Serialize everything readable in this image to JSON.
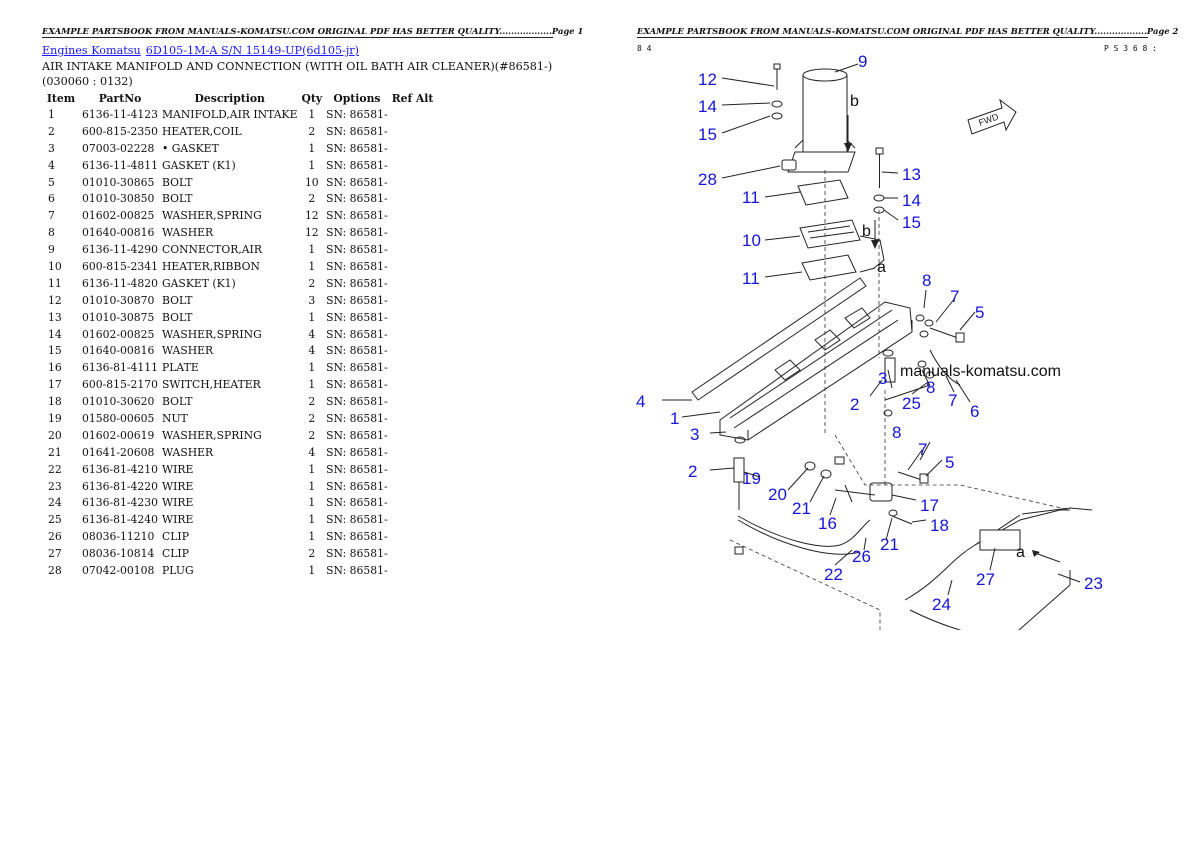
{
  "header": {
    "left": "EXAMPLE PARTSBOOK FROM MANUALS-KOMATSU.COM ORIGINAL PDF HAS BETTER QUALITY..................Page 1",
    "right": "EXAMPLE PARTSBOOK FROM MANUALS-KOMATSU.COM ORIGINAL PDF HAS BETTER QUALITY..................Page 2"
  },
  "breadcrumbs": [
    "Engines Komatsu",
    "6D105-1M-A S/N 15149-UP(6d105-jr)"
  ],
  "page_title": "AIR INTAKE MANIFOLD AND CONNECTION (WITH OIL BATH AIR CLEANER)(#86581-)(030060 : 0132)",
  "table": {
    "headers": [
      "Item",
      "PartNo",
      "Description",
      "Qty",
      "Options",
      "Ref Alt"
    ],
    "rows": [
      [
        "1",
        "6136-11-4123",
        "MANIFOLD,AIR INTAKE",
        "1",
        "SN: 86581-",
        ""
      ],
      [
        "2",
        "600-815-2350",
        "HEATER,COIL",
        "2",
        "SN: 86581-",
        ""
      ],
      [
        "3",
        "07003-02228",
        "• GASKET",
        "1",
        "SN: 86581-",
        ""
      ],
      [
        "4",
        "6136-11-4811",
        "GASKET (K1)",
        "1",
        "SN: 86581-",
        ""
      ],
      [
        "5",
        "01010-30865",
        "BOLT",
        "10",
        "SN: 86581-",
        ""
      ],
      [
        "6",
        "01010-30850",
        "BOLT",
        "2",
        "SN: 86581-",
        ""
      ],
      [
        "7",
        "01602-00825",
        "WASHER,SPRING",
        "12",
        "SN: 86581-",
        ""
      ],
      [
        "8",
        "01640-00816",
        "WASHER",
        "12",
        "SN: 86581-",
        ""
      ],
      [
        "9",
        "6136-11-4290",
        "CONNECTOR,AIR",
        "1",
        "SN: 86581-",
        ""
      ],
      [
        "10",
        "600-815-2341",
        "HEATER,RIBBON",
        "1",
        "SN: 86581-",
        ""
      ],
      [
        "11",
        "6136-11-4820",
        "GASKET (K1)",
        "2",
        "SN: 86581-",
        ""
      ],
      [
        "12",
        "01010-30870",
        "BOLT",
        "3",
        "SN: 86581-",
        ""
      ],
      [
        "13",
        "01010-30875",
        "BOLT",
        "1",
        "SN: 86581-",
        ""
      ],
      [
        "14",
        "01602-00825",
        "WASHER,SPRING",
        "4",
        "SN: 86581-",
        ""
      ],
      [
        "15",
        "01640-00816",
        "WASHER",
        "4",
        "SN: 86581-",
        ""
      ],
      [
        "16",
        "6136-81-4111",
        "PLATE",
        "1",
        "SN: 86581-",
        ""
      ],
      [
        "17",
        "600-815-2170",
        "SWITCH,HEATER",
        "1",
        "SN: 86581-",
        ""
      ],
      [
        "18",
        "01010-30620",
        "BOLT",
        "2",
        "SN: 86581-",
        ""
      ],
      [
        "19",
        "01580-00605",
        "NUT",
        "2",
        "SN: 86581-",
        ""
      ],
      [
        "20",
        "01602-00619",
        "WASHER,SPRING",
        "2",
        "SN: 86581-",
        ""
      ],
      [
        "21",
        "01641-20608",
        "WASHER",
        "4",
        "SN: 86581-",
        ""
      ],
      [
        "22",
        "6136-81-4210",
        "WIRE",
        "1",
        "SN: 86581-",
        ""
      ],
      [
        "23",
        "6136-81-4220",
        "WIRE",
        "1",
        "SN: 86581-",
        ""
      ],
      [
        "24",
        "6136-81-4230",
        "WIRE",
        "1",
        "SN: 86581-",
        ""
      ],
      [
        "25",
        "6136-81-4240",
        "WIRE",
        "1",
        "SN: 86581-",
        ""
      ],
      [
        "26",
        "08036-11210",
        "CLIP",
        "1",
        "SN: 86581-",
        ""
      ],
      [
        "27",
        "08036-10814",
        "CLIP",
        "2",
        "SN: 86581-",
        ""
      ],
      [
        "28",
        "07042-00108",
        "PLUG",
        "1",
        "SN: 86581-",
        ""
      ]
    ]
  },
  "diagram": {
    "code_left": "8 4",
    "code_right": "P S 3 6 8 :",
    "fwd_label": "FWD",
    "watermark": "manuals-komatsu.com",
    "markers": [
      "a",
      "b"
    ],
    "callouts": [
      "1",
      "2",
      "3",
      "4",
      "5",
      "6",
      "7",
      "8",
      "9",
      "10",
      "11",
      "12",
      "13",
      "14",
      "15",
      "16",
      "17",
      "18",
      "19",
      "20",
      "21",
      "22",
      "23",
      "24",
      "25",
      "26",
      "27",
      "28"
    ],
    "colors": {
      "callout": "#1515d8",
      "link": "#1a1aff",
      "line": "#222222"
    }
  }
}
